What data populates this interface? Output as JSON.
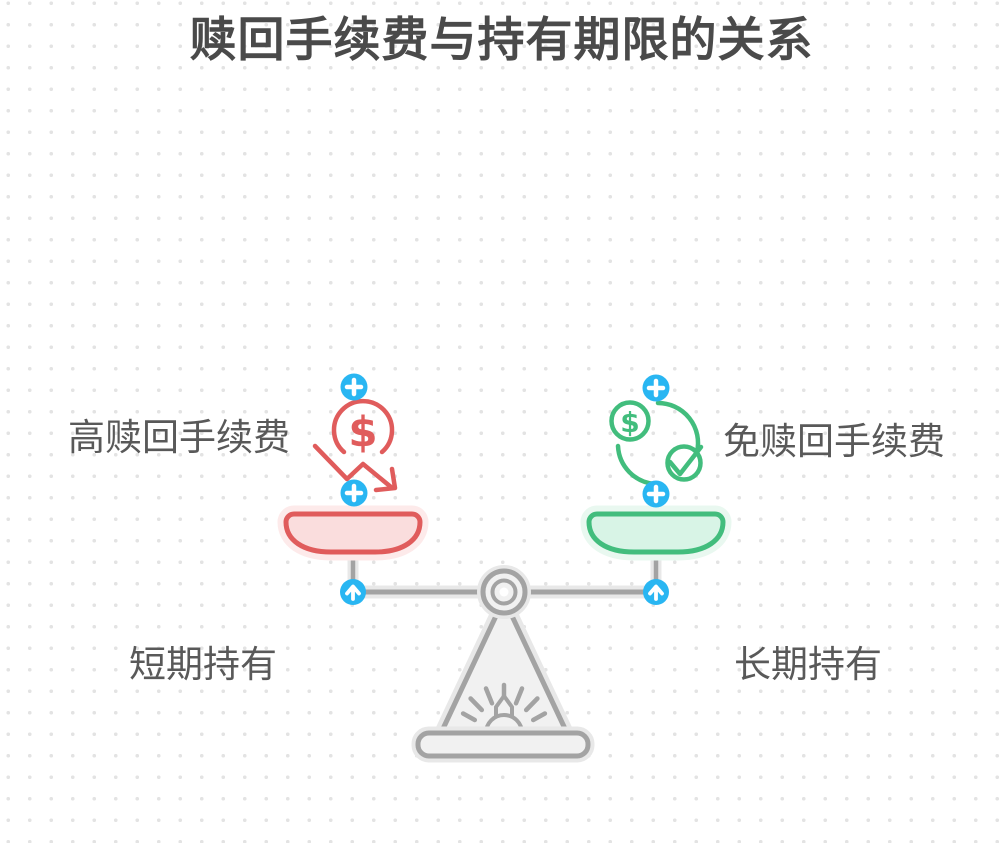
{
  "title": "赎回手续费与持有期限的关系",
  "scale": {
    "left_side": {
      "fee_label": "高赎回手续费",
      "holding_label": "短期持有",
      "pan_color": "red",
      "icon": "dollar-decrease-icon"
    },
    "right_side": {
      "fee_label": "免赎回手续费",
      "holding_label": "长期持有",
      "pan_color": "green",
      "icon": "dollar-check-icon"
    }
  },
  "icons": {
    "dollar_symbol": "$",
    "badge_top_left": "plus",
    "badge_bottom_left": "plus",
    "badge_top_right": "plus",
    "badge_bottom_right": "plus",
    "badge_beam_left": "up-arrow",
    "badge_beam_right": "up-arrow"
  },
  "colors": {
    "background": "#ffffff",
    "dot": "#e3e3e3",
    "title_text": "#4a4a4a",
    "label_text": "#595959",
    "red_stroke": "#e05c5c",
    "red_fill": "#fadddd",
    "red_halo": "#fdeaea",
    "green_stroke": "#42bd7d",
    "green_fill": "#d8f4e6",
    "green_halo": "#e9f8f0",
    "blue_badge": "#29b6f2",
    "gray_stroke": "#a3a3a3",
    "gray_fill": "#f1f1f1",
    "gray_halo": "#e8e8e8"
  }
}
